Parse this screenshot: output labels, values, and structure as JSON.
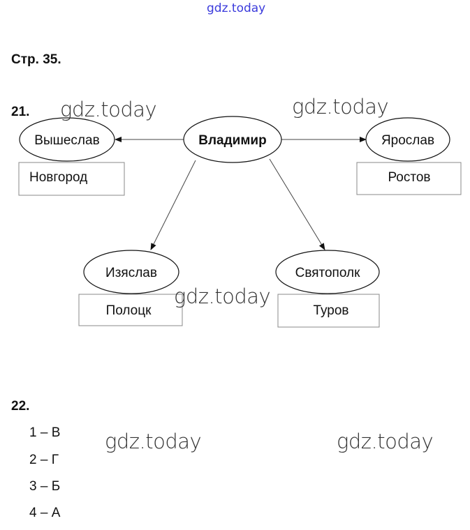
{
  "header_watermark": "gdz.today",
  "page_ref": "Стр. 35. ",
  "watermark": "gdz.today",
  "task21": {
    "number": "21.",
    "root": "Владимир",
    "sons": [
      {
        "name": "Вышеслав",
        "city": "Новгород"
      },
      {
        "name": "Ярослав",
        "city": "Ростов"
      },
      {
        "name": "Изяслав",
        "city": "Полоцк"
      },
      {
        "name": "Святополк",
        "city": "Туров"
      }
    ]
  },
  "task22": {
    "number": "22.",
    "answers": [
      "1 – В",
      "2 – Г",
      "3 – Б",
      "4 – А"
    ]
  }
}
